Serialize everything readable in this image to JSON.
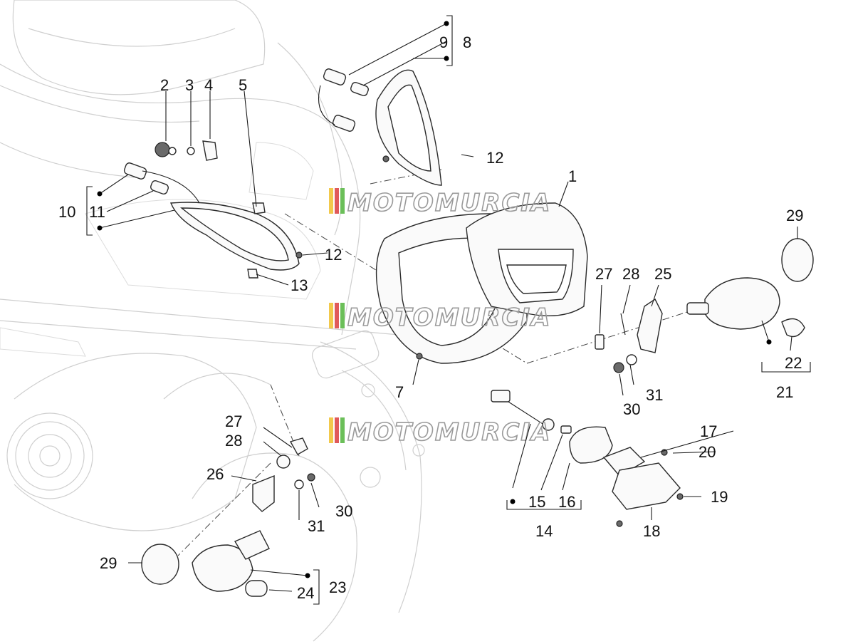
{
  "watermark": {
    "text": "MOTOMURCIA",
    "flag_colors": [
      "#f2c94c",
      "#e05a5a",
      "#6bbf59"
    ]
  },
  "callouts": [
    {
      "id": "c1",
      "text": "1"
    },
    {
      "id": "c2",
      "text": "2"
    },
    {
      "id": "c3",
      "text": "3"
    },
    {
      "id": "c4",
      "text": "4"
    },
    {
      "id": "c5",
      "text": "5"
    },
    {
      "id": "c7",
      "text": "7"
    },
    {
      "id": "c8",
      "text": "8"
    },
    {
      "id": "c9",
      "text": "9"
    },
    {
      "id": "c10",
      "text": "10"
    },
    {
      "id": "c11",
      "text": "11"
    },
    {
      "id": "c12a",
      "text": "12"
    },
    {
      "id": "c12b",
      "text": "12"
    },
    {
      "id": "c13",
      "text": "13"
    },
    {
      "id": "c14",
      "text": "14"
    },
    {
      "id": "c15",
      "text": "15"
    },
    {
      "id": "c16",
      "text": "16"
    },
    {
      "id": "c17",
      "text": "17"
    },
    {
      "id": "c18",
      "text": "18"
    },
    {
      "id": "c19",
      "text": "19"
    },
    {
      "id": "c20",
      "text": "20"
    },
    {
      "id": "c21",
      "text": "21"
    },
    {
      "id": "c22",
      "text": "22"
    },
    {
      "id": "c23",
      "text": "23"
    },
    {
      "id": "c24",
      "text": "24"
    },
    {
      "id": "c25",
      "text": "25"
    },
    {
      "id": "c26",
      "text": "26"
    },
    {
      "id": "c27a",
      "text": "27"
    },
    {
      "id": "c27b",
      "text": "27"
    },
    {
      "id": "c28a",
      "text": "28"
    },
    {
      "id": "c28b",
      "text": "28"
    },
    {
      "id": "c29a",
      "text": "29"
    },
    {
      "id": "c29b",
      "text": "29"
    },
    {
      "id": "c30a",
      "text": "30"
    },
    {
      "id": "c30b",
      "text": "30"
    },
    {
      "id": "c31a",
      "text": "31"
    },
    {
      "id": "c31b",
      "text": "31"
    }
  ]
}
